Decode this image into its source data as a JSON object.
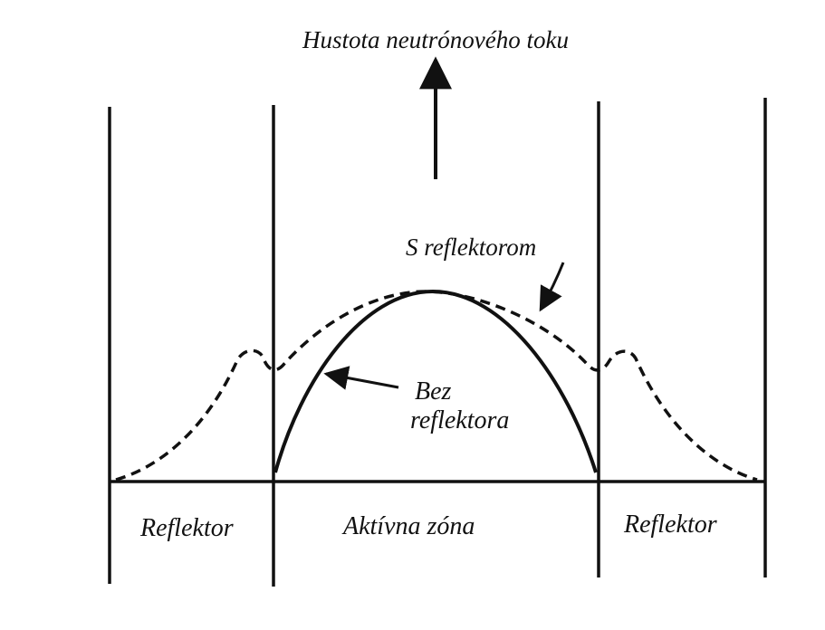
{
  "title": "Hustota neutrónového toku",
  "curves": {
    "with_reflector": "S reflektorom",
    "without_reflector_line1": "Bez",
    "without_reflector_line2": "reflektora"
  },
  "regions": {
    "left": "Reflektor",
    "center": "Aktívna zóna",
    "right": "Reflektor"
  },
  "colors": {
    "ink": "#111111",
    "background": "#ffffff"
  }
}
